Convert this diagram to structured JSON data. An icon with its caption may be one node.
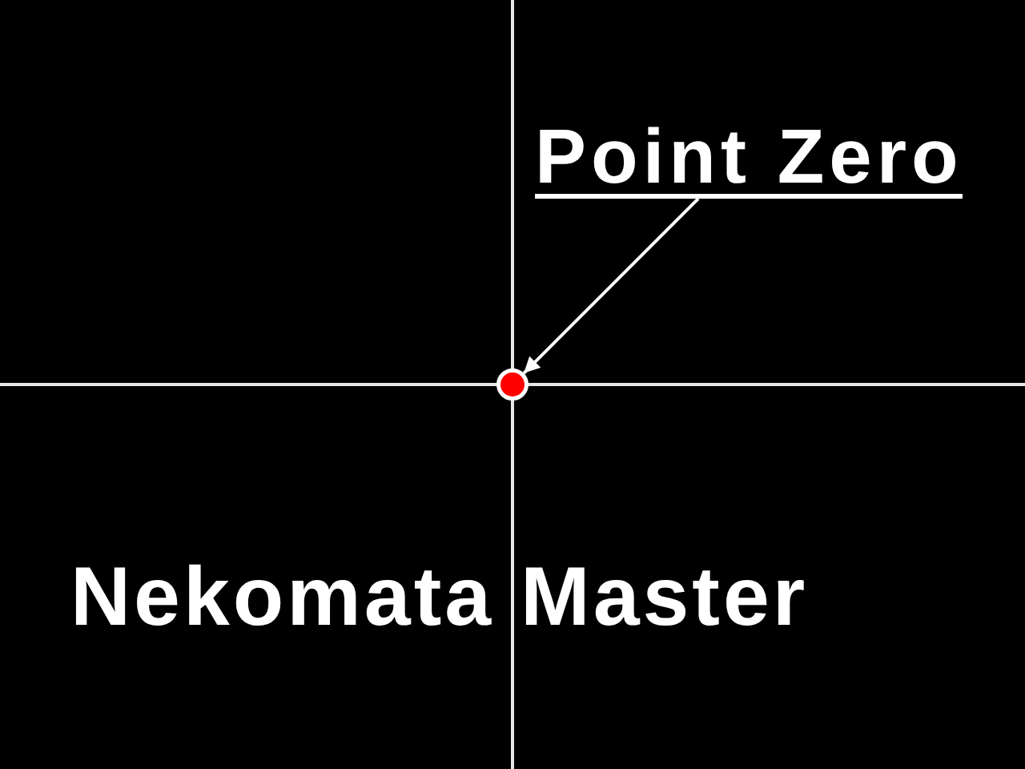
{
  "diagram": {
    "nodes": [
      {
        "text": [
          "Point Zero"
        ]
      },
      {
        "text": [],
        "shape": "circle"
      }
    ],
    "edges": [
      {
        "from": 0,
        "to": 1,
        "arrow": "to"
      }
    ],
    "labels": [
      "Nekomata Master"
    ]
  }
}
